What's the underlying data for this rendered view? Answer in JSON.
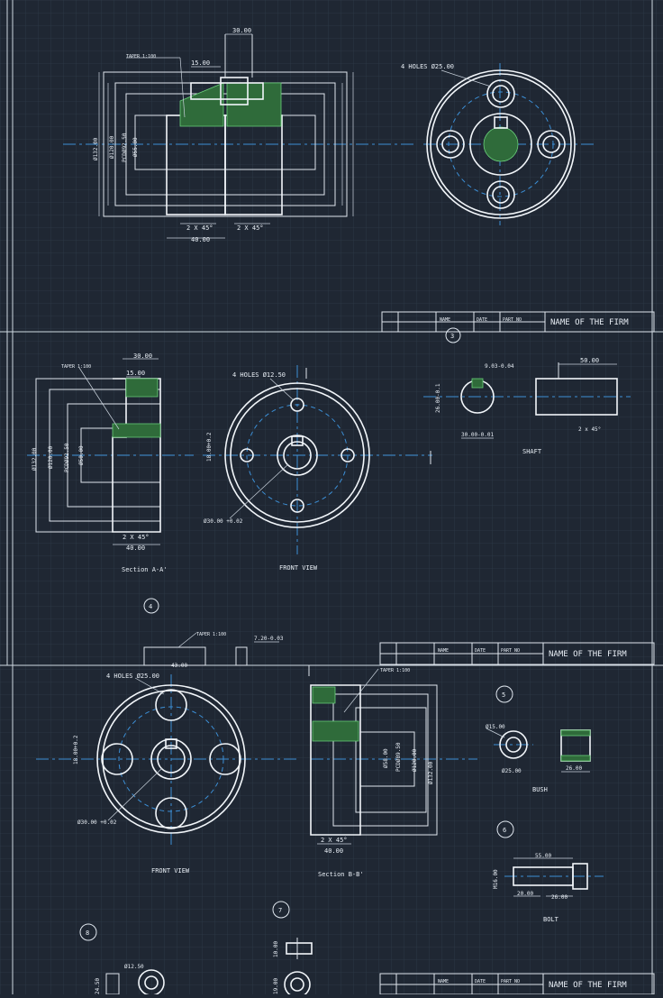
{
  "title_block": {
    "name": "NAME",
    "date": "DATE",
    "part_no": "PART NO",
    "firm": "NAME OF THE FIRM"
  },
  "sheet1": {
    "taper_label": "TAPER 1:100",
    "dim_30": "30.00",
    "dim_15": "15.00",
    "dim_132": "Ø132.00",
    "dim_120": "Ø120.00",
    "dim_pcd": "PCDØ92.50",
    "dim_55": "Ø55.00",
    "chamfer_left": "2 X 45°",
    "chamfer_right": "2 X 45°",
    "dim_40": "40.00",
    "holes_label": "4 HOLES Ø25.00"
  },
  "sheet2": {
    "balloon": "3",
    "taper_label": "TAPER 1:100",
    "dim_30": "30.00",
    "dim_15": "15.00",
    "dim_132": "Ø132.00",
    "dim_120": "Ø120.00",
    "dim_pcd": "PCDØ92.50",
    "dim_50": "Ø50.00",
    "chamfer": "2 X 45°",
    "dim_40": "40.00",
    "section_title": "Section A-A'",
    "holes_label": "4 HOLES Ø12.50",
    "keyway": "18.00+0.2",
    "bore": "Ø30.00 +0.02",
    "front_view": "FRONT VIEW",
    "shaft_tol": "9.03-0.04",
    "shaft_26": "26.00-0.1",
    "shaft_30": "30.00-0.01",
    "shaft_50": "50.00",
    "shaft_chamfer": "2 x 45°",
    "shaft_title": "SHAFT",
    "balloon4": "4",
    "taper_small": "TAPER 1:100",
    "dim_43": "43.00",
    "dim_720": "7.20-0.03"
  },
  "sheet3": {
    "holes_label": "4 HOLES Ø25.00",
    "taper_label": "TAPER 1:100",
    "keyway": "18.00+0.2",
    "bore": "Ø30.00 +0.02",
    "front_view": "FRONT VIEW",
    "dim_58": "Ø58.00",
    "dim_pcd": "PCDØ89.50",
    "dim_120": "Ø120.00",
    "dim_132": "Ø132.00",
    "chamfer": "2 X 45°",
    "dim_40": "40.00",
    "section_title": "Section B-B'",
    "balloon5": "5",
    "bush_15": "Ø15.00",
    "bush_25": "Ø25.00",
    "bush_26": "26.00",
    "bush_title": "BUSH",
    "balloon6": "6",
    "bolt_55": "55.00",
    "bolt_m": "M16.00",
    "bolt_20": "20.00",
    "bolt_26": "26.00",
    "bolt_title": "BOLT",
    "balloon7": "7",
    "balloon8": "8",
    "nut_12": "Ø12.50",
    "nut_10": "10.00",
    "nut_19": "19.00",
    "dim_2450": "24.50"
  }
}
